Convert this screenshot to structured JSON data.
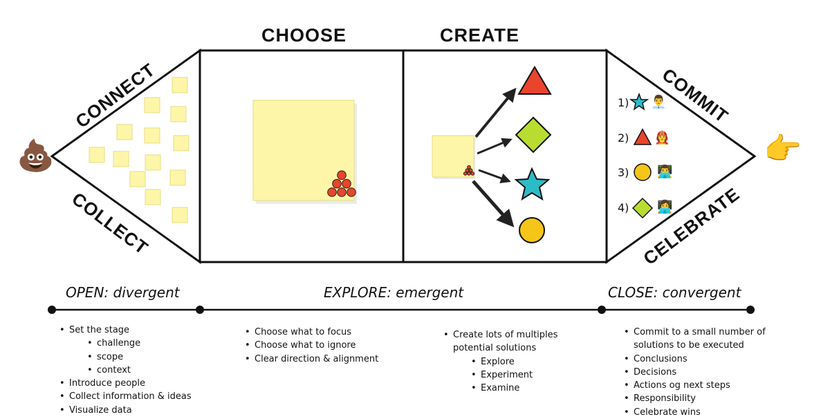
{
  "stages": {
    "choose": "CHOOSE",
    "create": "CREATE",
    "connect": "CONNECT",
    "collect": "COLLECT",
    "commit": "COMMIT",
    "celebrate": "CELEBRATE"
  },
  "phases": {
    "open": "OPEN: divergent",
    "explore": "EXPLORE: emergent",
    "close": "CLOSE: convergent"
  },
  "emoji": {
    "start": "💩",
    "end": "👉"
  },
  "commit_items": [
    {
      "label": "1)",
      "shape": "star",
      "color": "#2bbcc8",
      "emoji": "👨‍💼"
    },
    {
      "label": "2)",
      "shape": "triangle",
      "color": "#e8452c",
      "emoji": "👩‍🚒"
    },
    {
      "label": "3)",
      "shape": "circle",
      "color": "#f5c518",
      "emoji": "👨‍💻"
    },
    {
      "label": "4)",
      "shape": "diamond",
      "color": "#b8dd30",
      "emoji": "👩‍💻"
    }
  ],
  "colors": {
    "sticky": "#fdf6a8",
    "dot": "#e8452c",
    "triangle": "#e8452c",
    "diamond": "#b8dd30",
    "star": "#2bbcc8",
    "circle": "#f5c518"
  },
  "notes": {
    "open": [
      "Set the stage",
      [
        "challenge",
        "scope",
        "context"
      ],
      "Introduce people",
      "Collect information & ideas",
      "Visualize data"
    ],
    "explore": [
      "Choose what to focus",
      "Choose what to ignore",
      "Clear direction & alignment"
    ],
    "create": [
      "Create lots of multiples potential solutions",
      [
        "Explore",
        "Experiment",
        "Examine"
      ]
    ],
    "close": [
      "Commit to a small number of solutions to be executed",
      "Conclusions",
      "Decisions",
      "Actions og next steps",
      "Responsibility",
      "Celebrate wins"
    ]
  }
}
